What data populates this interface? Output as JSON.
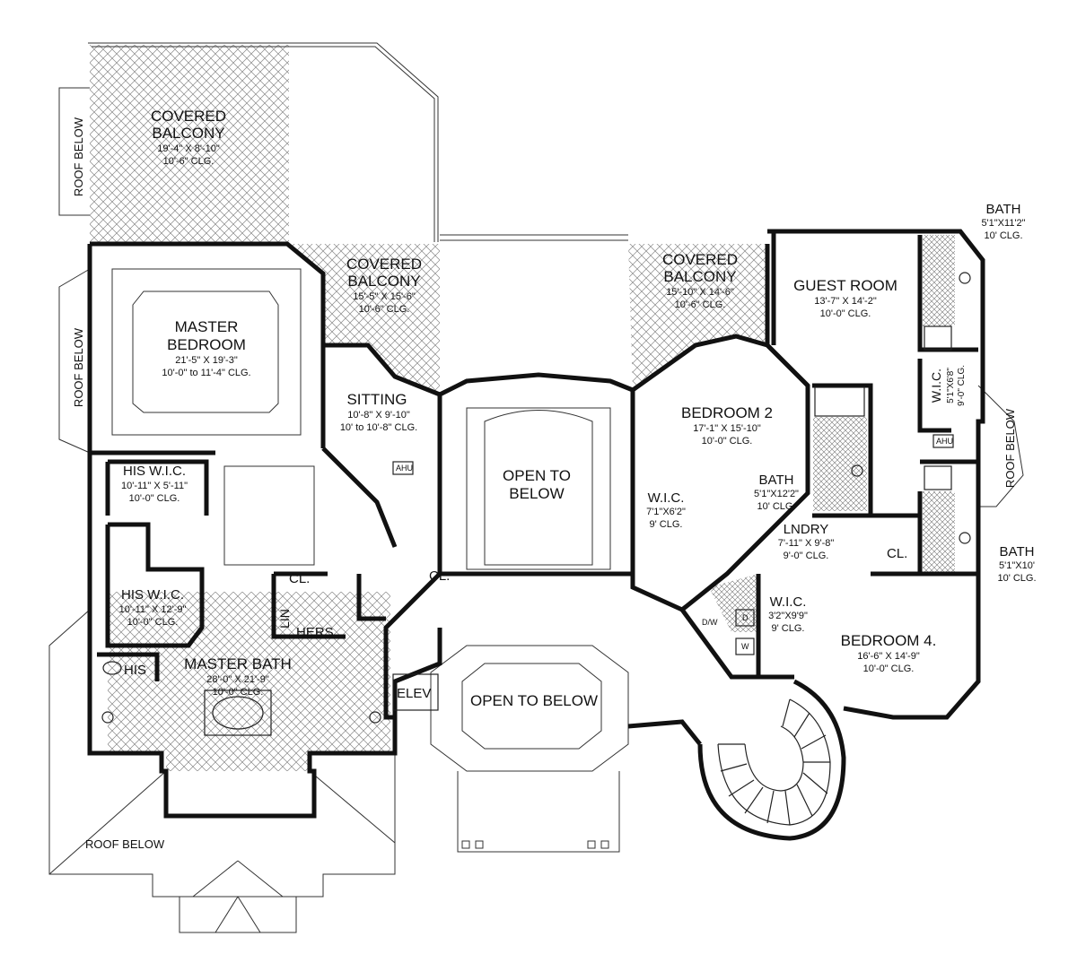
{
  "rooms": {
    "covered_balcony_1": {
      "name_1": "COVERED",
      "name_2": "BALCONY",
      "dims": "19'-4\" X 8'-10\"",
      "clg": "10'-6\" CLG."
    },
    "covered_balcony_2": {
      "name_1": "COVERED",
      "name_2": "BALCONY",
      "dims": "15'-5\" X 15'-6\"",
      "clg": "10'-6\" CLG."
    },
    "covered_balcony_3": {
      "name_1": "COVERED",
      "name_2": "BALCONY",
      "dims": "15'-10\" X 14'-6\"",
      "clg": "10'-6\" CLG."
    },
    "master_bedroom": {
      "name_1": "MASTER",
      "name_2": "BEDROOM",
      "dims": "21'-5\" X 19'-3\"",
      "clg": "10'-0\" to 11'-4\" CLG."
    },
    "sitting": {
      "name": "SITTING",
      "dims": "10'-8\" X 9'-10\"",
      "clg": "10' to 10'-8\" CLG."
    },
    "his_wic_1": {
      "name": "HIS W.I.C.",
      "dims": "10'-11\" X 5'-11\"",
      "clg": "10'-0\" CLG."
    },
    "his_wic_2": {
      "name": "HIS W.I.C.",
      "dims": "10'-11\" X 12'-9\"",
      "clg": "10'-0\" CLG."
    },
    "master_bath": {
      "name": "MASTER BATH",
      "dims": "28'-0\" X 21'-9\"",
      "clg": "10'-0\" CLG."
    },
    "guest_room": {
      "name": "GUEST ROOM",
      "dims": "13'-7\" X 14'-2\"",
      "clg": "10'-0\" CLG."
    },
    "bath_guest": {
      "name": "BATH",
      "dims": "5'1\"X11'2\"",
      "clg": "10' CLG."
    },
    "bedroom_2": {
      "name": "BEDROOM 2",
      "dims": "17'-1\" X 15'-10\"",
      "clg": "10'-0\" CLG."
    },
    "bath_2": {
      "name": "BATH",
      "dims": "5'1\"X12'2\"",
      "clg": "10' CLG."
    },
    "wic_b2": {
      "name": "W.I.C.",
      "dims": "7'1\"X6'2\"",
      "clg": "9' CLG."
    },
    "wic_guest": {
      "name": "W.I.C.",
      "dims": "5'1\"X6'8\"",
      "clg": "9'-0\" CLG."
    },
    "lndry": {
      "name": "LNDRY",
      "dims": "7'-11\" X 9'-8\"",
      "clg": "9'-0\" CLG."
    },
    "bath_4": {
      "name": "BATH",
      "dims": "5'1\"X10'",
      "clg": "10' CLG."
    },
    "wic_4": {
      "name": "W.I.C.",
      "dims": "3'2\"X9'9\"",
      "clg": "9' CLG."
    },
    "bedroom_4": {
      "name": "BEDROOM 4.",
      "dims": "16'-6\" X 14'-9\"",
      "clg": "10'-0\" CLG."
    },
    "open_to_below_1": {
      "name_1": "OPEN TO",
      "name_2": "BELOW"
    },
    "open_to_below_2": {
      "name": "OPEN TO BELOW"
    }
  },
  "labels": {
    "roof_below_left_top": "ROOF BELOW",
    "roof_below_left_mid": "ROOF BELOW",
    "roof_below_bottom": "ROOF BELOW",
    "roof_below_right": "ROOF BELOW",
    "cl_1": "CL.",
    "cl_2": "CL.",
    "cl_3": "CL.",
    "lin": "LIN",
    "hers": "HERS",
    "his": "HIS",
    "elev": "ELEV",
    "ahu_1": "AHU",
    "ahu_2": "AHU",
    "dw": "D/W",
    "d": "D",
    "w": "W"
  }
}
